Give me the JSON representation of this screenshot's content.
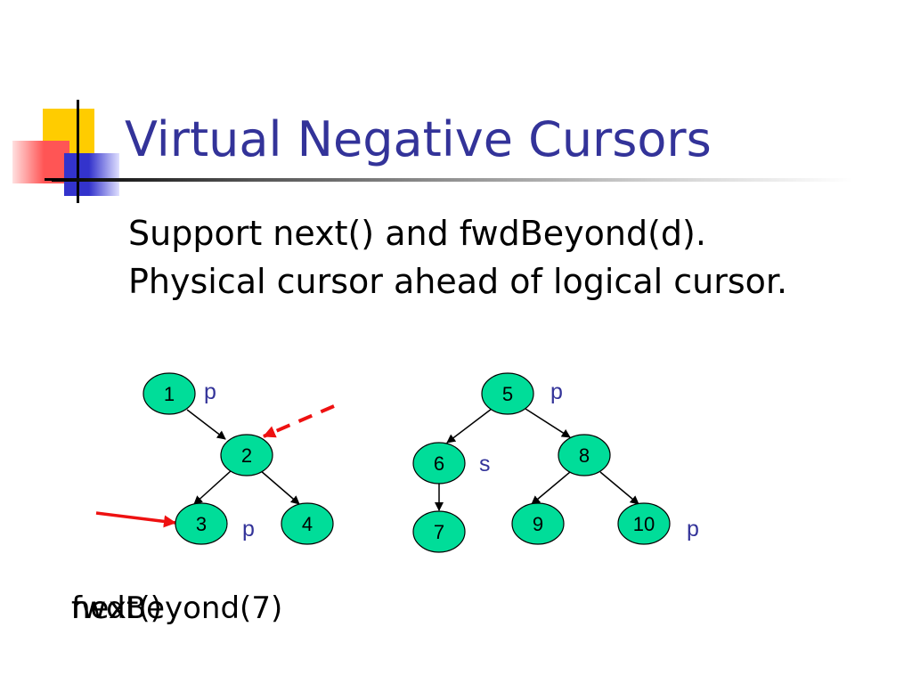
{
  "slide": {
    "title": "Virtual Negative Cursors",
    "bullets": [
      "Support next() and fwdBeyond(d).",
      "Physical cursor ahead of logical cursor."
    ],
    "captions": [
      "next()",
      "fwdBeyond(7)"
    ]
  },
  "colors": {
    "title": "#333399",
    "node_fill": "#00dd99",
    "tag_text": "#333399",
    "pointer_arrow": "#ee1111",
    "deco_yellow": "#ffcc00",
    "deco_red": "#ff5555",
    "deco_blue": "#3333cc"
  },
  "diagram": {
    "nodes": [
      "1",
      "2",
      "3",
      "4",
      "5",
      "6",
      "7",
      "8",
      "9",
      "10"
    ],
    "edges": [
      [
        "1",
        "2"
      ],
      [
        "2",
        "3"
      ],
      [
        "2",
        "4"
      ],
      [
        "5",
        "6"
      ],
      [
        "5",
        "8"
      ],
      [
        "6",
        "7"
      ],
      [
        "8",
        "9"
      ],
      [
        "8",
        "10"
      ]
    ],
    "tags": [
      "p",
      "p",
      "p",
      "s",
      "p"
    ],
    "pointers": [
      {
        "target": "2",
        "style": "dashed"
      },
      {
        "target": "3",
        "style": "solid"
      }
    ]
  }
}
